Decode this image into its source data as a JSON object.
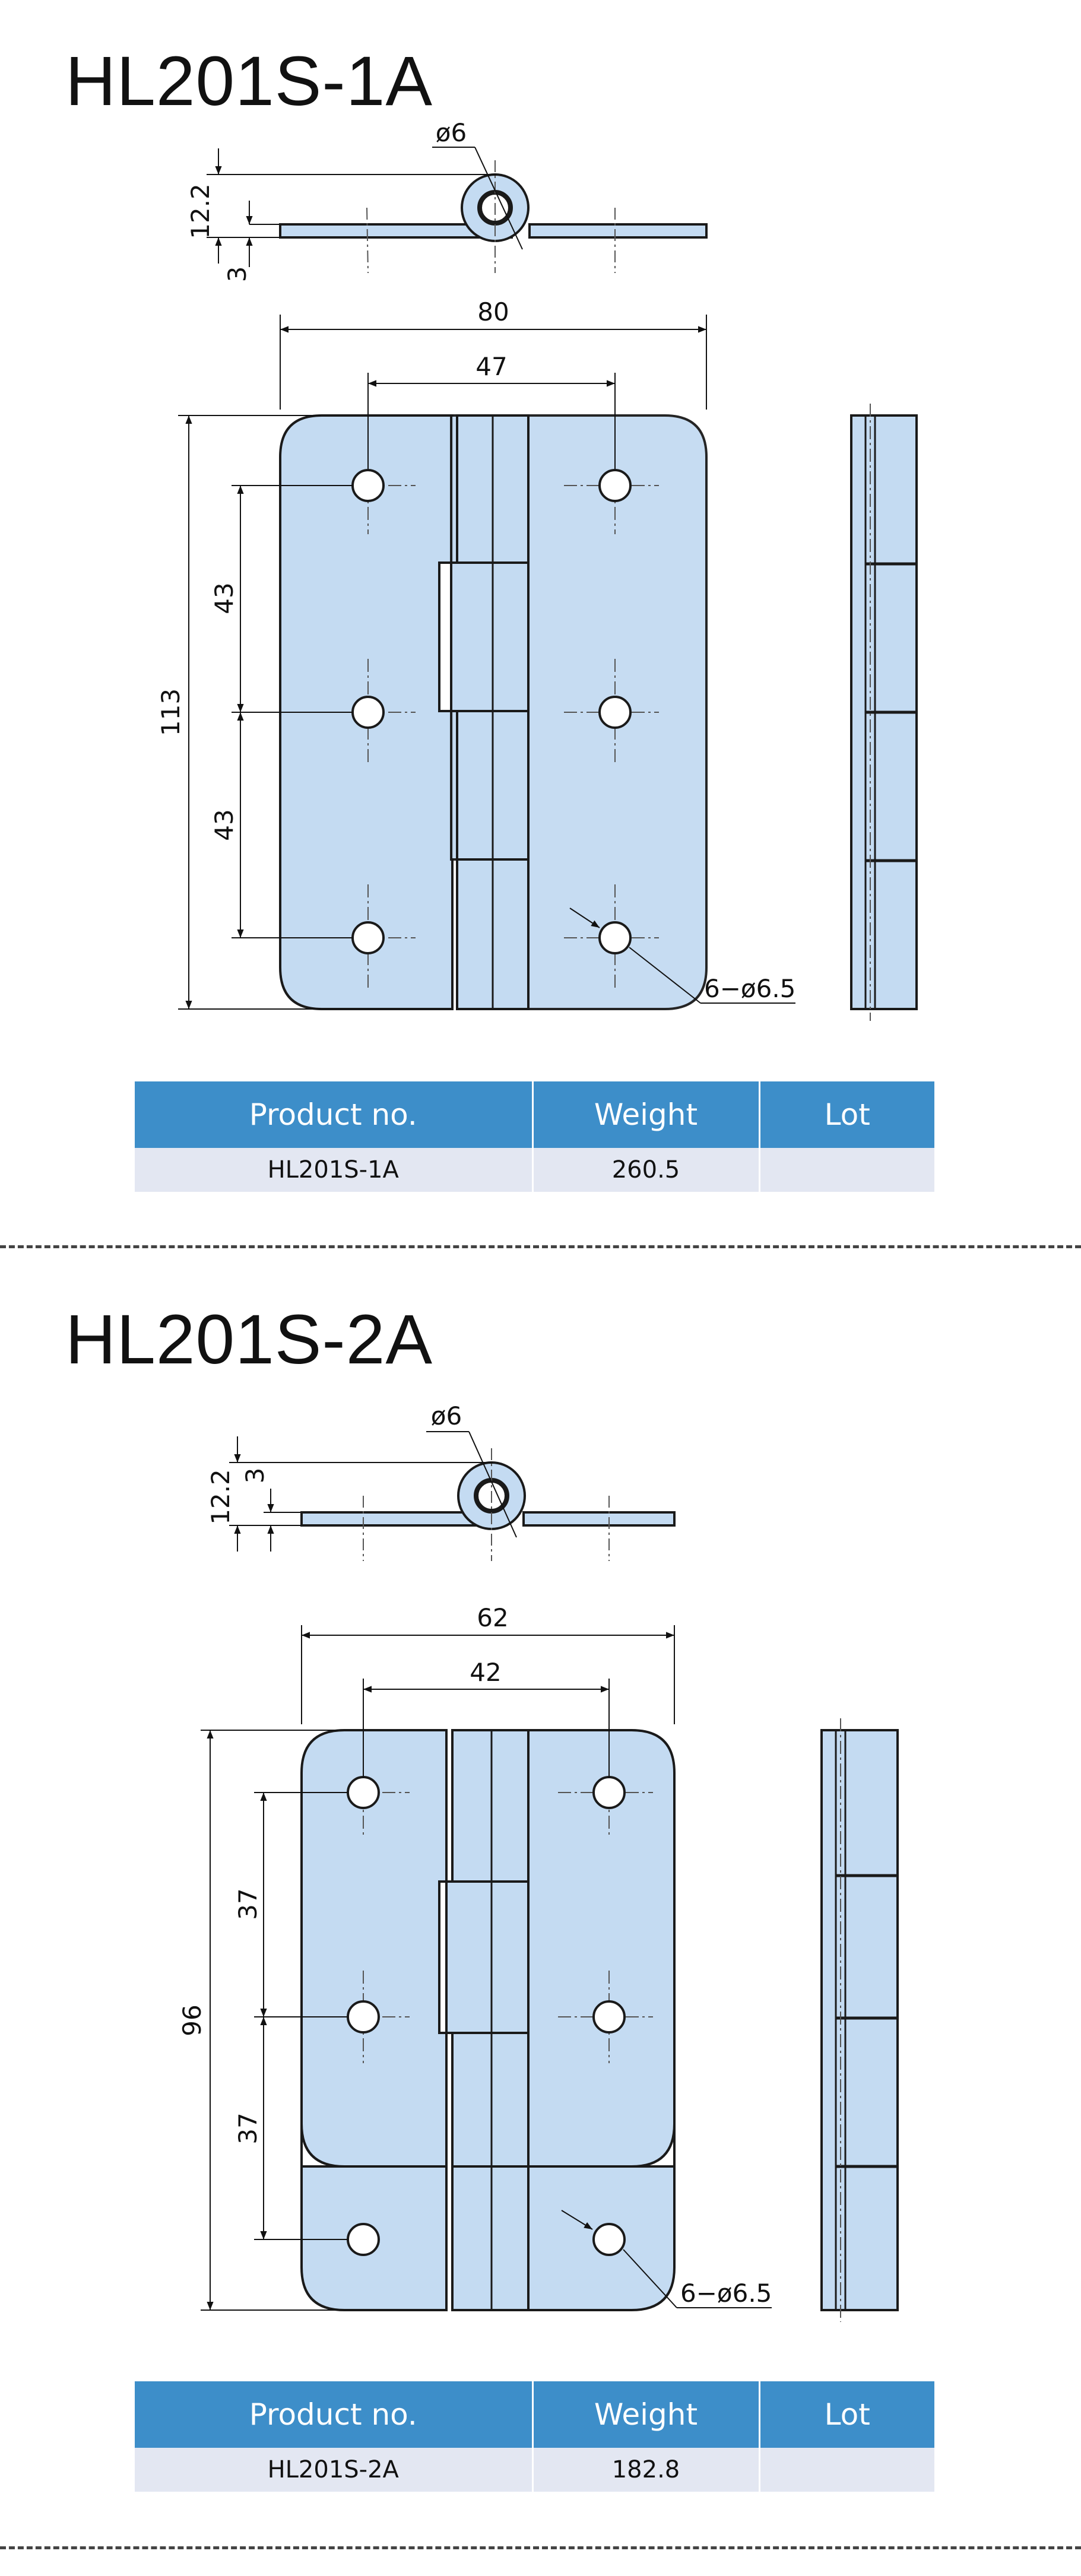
{
  "sections": [
    {
      "title": "HL201S-1A",
      "dimensions": {
        "pin_diameter": "ø6",
        "height_total": "12.2",
        "leaf_thickness": "3",
        "overall_width": "80",
        "hole_pitch_horizontal": "47",
        "overall_length": "113",
        "hole_pitch_upper": "43",
        "hole_pitch_lower": "43",
        "holes": "6−ø6.5"
      },
      "table": {
        "headers": [
          "Product no.",
          "Weight",
          "Lot"
        ],
        "rows": [
          [
            "HL201S-1A",
            "260.5",
            ""
          ]
        ]
      }
    },
    {
      "title": "HL201S-2A",
      "dimensions": {
        "pin_diameter": "ø6",
        "height_total": "12.2",
        "leaf_thickness": "3",
        "overall_width": "62",
        "hole_pitch_horizontal": "42",
        "overall_length": "96",
        "hole_pitch_upper": "37",
        "hole_pitch_lower": "37",
        "holes": "6−ø6.5"
      },
      "table": {
        "headers": [
          "Product no.",
          "Weight",
          "Lot"
        ],
        "rows": [
          [
            "HL201S-2A",
            "182.8",
            ""
          ]
        ]
      }
    }
  ],
  "colors": {
    "part_fill": "#c4dbf2",
    "line": "#1a1a1a",
    "table_header": "#3d8ec9",
    "table_row": "#e3e7f2"
  }
}
